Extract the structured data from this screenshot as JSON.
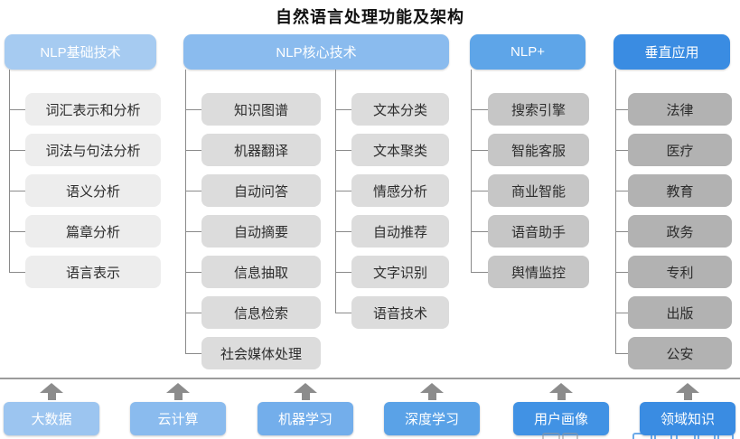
{
  "title": "自然语言处理功能及架构",
  "colors": {
    "line": "#8a8a8a",
    "arrow": "#8c8c8c",
    "item_gray_col1": "#ededed",
    "item_gray_col2": "#dcdcdc",
    "item_gray_col3": "#c6c6c6",
    "item_gray_col4": "#b2b2b2"
  },
  "columns": [
    {
      "header": "NLP基础技术",
      "header_color": "#a6cbf1",
      "item_color": "#ededed",
      "items": [
        "词汇表示和分析",
        "词法与句法分析",
        "语义分析",
        "篇章分析",
        "语言表示"
      ]
    },
    {
      "header": "NLP核心技术",
      "header_color": "#8abbee",
      "item_color": "#dcdcdc",
      "items_left": [
        "知识图谱",
        "机器翻译",
        "自动问答",
        "自动摘要",
        "信息抽取",
        "信息检索",
        "社会媒体处理"
      ],
      "items_right": [
        "文本分类",
        "文本聚类",
        "情感分析",
        "自动推荐",
        "文字识别",
        "语音技术"
      ]
    },
    {
      "header": "NLP+",
      "header_color": "#5ea5e8",
      "item_color": "#c6c6c6",
      "items": [
        "搜索引擎",
        "智能客服",
        "商业智能",
        "语音助手",
        "舆情监控"
      ]
    },
    {
      "header": "垂直应用",
      "header_color": "#3a8ce2",
      "item_color": "#b2b2b2",
      "items": [
        "法律",
        "医疗",
        "教育",
        "政务",
        "专利",
        "出版",
        "公安"
      ]
    }
  ],
  "foundation": [
    {
      "label": "大数据",
      "color": "#9cc5f0"
    },
    {
      "label": "云计算",
      "color": "#8abbee"
    },
    {
      "label": "机器学习",
      "color": "#73aeeb"
    },
    {
      "label": "深度学习",
      "color": "#5aa2e7"
    },
    {
      "label": "用户画像",
      "color": "#4192e4"
    },
    {
      "label": "领域知识",
      "color": "#3a8ce2"
    }
  ]
}
